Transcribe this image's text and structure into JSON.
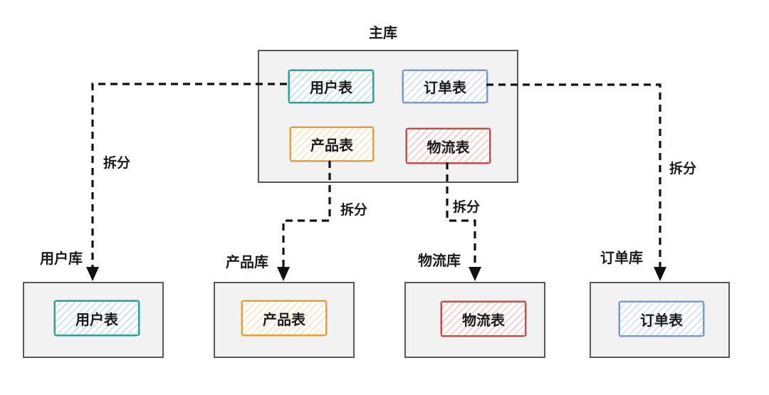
{
  "diagram": {
    "split_label": "拆分",
    "main_db": {
      "label": "主库",
      "tables": [
        {
          "id": "user-table",
          "label": "用户表",
          "border_color": "#2f9e9e",
          "hatch_color": "#c9e6e3"
        },
        {
          "id": "order-table",
          "label": "订单表",
          "border_color": "#7d99cc",
          "hatch_color": "#d9e2f3"
        },
        {
          "id": "product-table",
          "label": "产品表",
          "border_color": "#e2a23b",
          "hatch_color": "#f6e8ca"
        },
        {
          "id": "logistics-table",
          "label": "物流表",
          "border_color": "#bf504c",
          "hatch_color": "#f2d1ce"
        }
      ]
    },
    "shards": [
      {
        "id": "user-db",
        "label": "用户库",
        "table_label": "用户表",
        "border_color": "#2f9e9e",
        "hatch_color": "#c9e6e3"
      },
      {
        "id": "product-db",
        "label": "产品库",
        "table_label": "产品表",
        "border_color": "#e2a23b",
        "hatch_color": "#f6e8ca"
      },
      {
        "id": "logistics-db",
        "label": "物流库",
        "table_label": "物流表",
        "border_color": "#bf504c",
        "hatch_color": "#f2d1ce"
      },
      {
        "id": "order-db",
        "label": "订单库",
        "table_label": "订单表",
        "border_color": "#7d99cc",
        "hatch_color": "#d9e2f3"
      }
    ],
    "colors": {
      "container_fill": "#f2f2f2",
      "container_border": "#595959",
      "arrow": "#111111",
      "text": "#1a1a1a"
    }
  }
}
